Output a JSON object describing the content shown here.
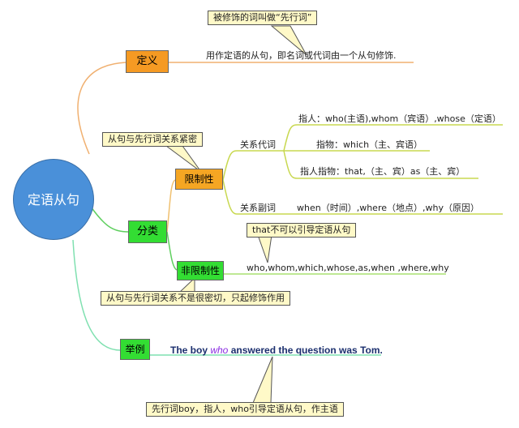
{
  "root": {
    "label": "定语从句"
  },
  "definition": {
    "label": "定义",
    "text": "用作定语的从句，即名词或代词由一个从句修饰.",
    "callout": "被修饰的词叫做“先行词”"
  },
  "classification": {
    "label": "分类",
    "restrictive": {
      "label": "限制性",
      "callout": "从句与先行词关系紧密",
      "pronouns": {
        "label": "关系代词",
        "items": [
          "指人：who(主语),whom（宾语）,whose（定语）",
          "指物：which（主、宾语）",
          "指人指物：that,（主、宾）as（主、宾）"
        ]
      },
      "adverbs": {
        "label": "关系副词",
        "text": "when（时间）,where（地点）,why（原因）"
      }
    },
    "nonrestrictive": {
      "label": "非限制性",
      "callout_that": "that不可以引导定语从句",
      "text": "who,whom,which,whose,as,when ,where,why",
      "callout": "从句与先行词关系不是很密切，只起修饰作用"
    }
  },
  "example": {
    "label": "举例",
    "sentence_before": "The boy ",
    "sentence_who": "who",
    "sentence_after": " answered the question was Tom.",
    "callout": "先行词boy，指人，who引导定语从句，作主语"
  },
  "colors": {
    "definition_node": "#f59a23",
    "restrictive_node": "#f5a623",
    "classification_node": "#33dd33",
    "example_node": "#33dd33",
    "root": "#4a90d9",
    "callout_fill": "#fff9c8"
  }
}
